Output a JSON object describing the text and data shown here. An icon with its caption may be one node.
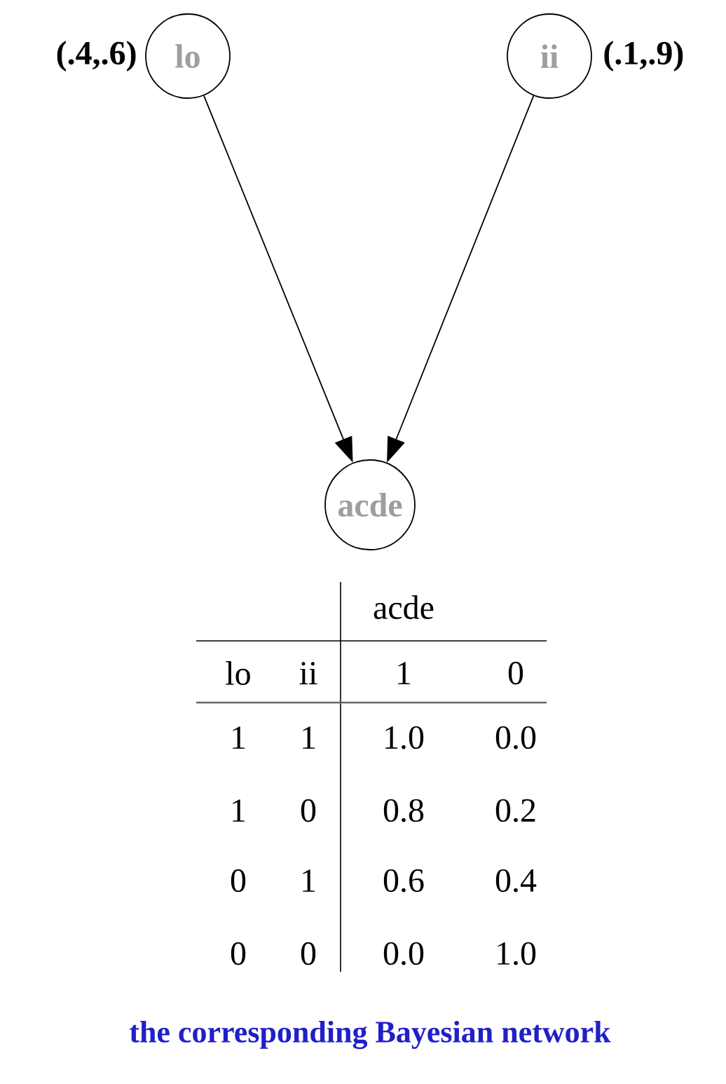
{
  "diagram": {
    "caption": "the corresponding Bayesian network",
    "nodes": [
      {
        "text": [
          "lo"
        ],
        "beside": [
          "(.4,.6)"
        ]
      },
      {
        "text": [
          "ii"
        ],
        "beside": [
          "(.1,.9)"
        ]
      },
      {
        "text": [
          "acde"
        ]
      }
    ],
    "edges": [
      {
        "from": 0,
        "to": 2,
        "arrow": "to"
      },
      {
        "from": 1,
        "to": 2,
        "arrow": "to"
      }
    ],
    "labels": [
      "acde",
      "lo",
      "ii",
      "1",
      "0",
      "1",
      "1",
      "1.0",
      "0.0",
      "1",
      "0",
      "0.8",
      "0.2",
      "0",
      "1",
      "0.6",
      "0.4",
      "0",
      "0",
      "0.0",
      "1.0"
    ]
  }
}
